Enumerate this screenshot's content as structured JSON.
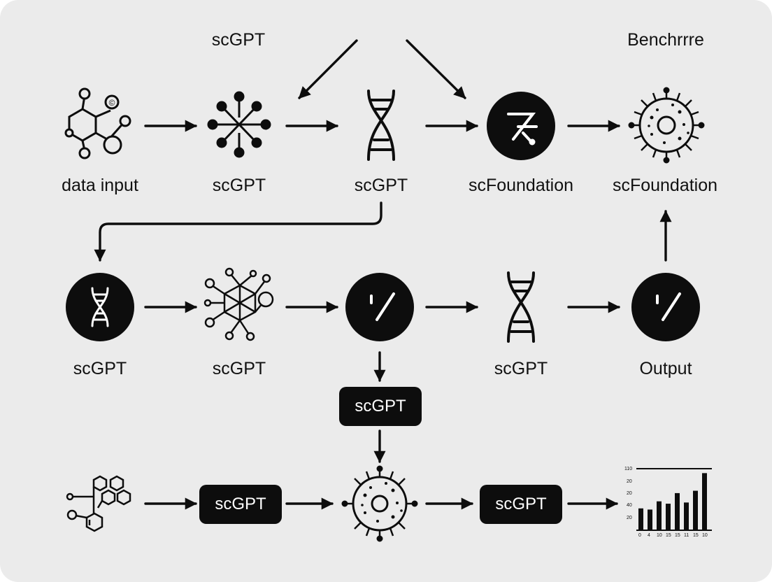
{
  "top_labels": {
    "left": "scGPT",
    "right": "Benchrrre"
  },
  "row1": {
    "labels": [
      "data input",
      "scGPT",
      "scGPT",
      "scFoundation",
      "scFoundation"
    ],
    "icons": [
      "molecule-icon",
      "network-hub-icon",
      "dna-icon",
      "foundation-circle-icon",
      "cell-icon"
    ]
  },
  "row2": {
    "labels": [
      "scGPT",
      "scGPT",
      "",
      "scGPT",
      "Output"
    ],
    "icons": [
      "dna-circle-icon",
      "network-icon",
      "slash-circle-icon",
      "dna-icon",
      "slash-circle-icon"
    ]
  },
  "mid_box": {
    "label": "scGPT"
  },
  "row3": {
    "boxes": [
      "scGPT",
      "scGPT"
    ],
    "icons": [
      "molecule-icon",
      "cell-icon",
      "bar-chart-icon"
    ]
  },
  "mini_chart": {
    "y_ticks": [
      "110",
      "20",
      "20",
      "40",
      "20"
    ],
    "x_ticks": [
      "0",
      "4",
      "10",
      "15",
      "15",
      "11",
      "15",
      "10"
    ]
  },
  "colors": {
    "ink": "#0d0d0d",
    "background": "#ebebeb",
    "pill_text": "#ffffff"
  },
  "chart_data": {
    "type": "bar",
    "categories": [
      "0",
      "4",
      "10",
      "15",
      "15",
      "11",
      "15",
      "10"
    ],
    "values": [
      18,
      17,
      24,
      22,
      31,
      23,
      33,
      48
    ],
    "ylim": [
      0,
      50
    ]
  }
}
